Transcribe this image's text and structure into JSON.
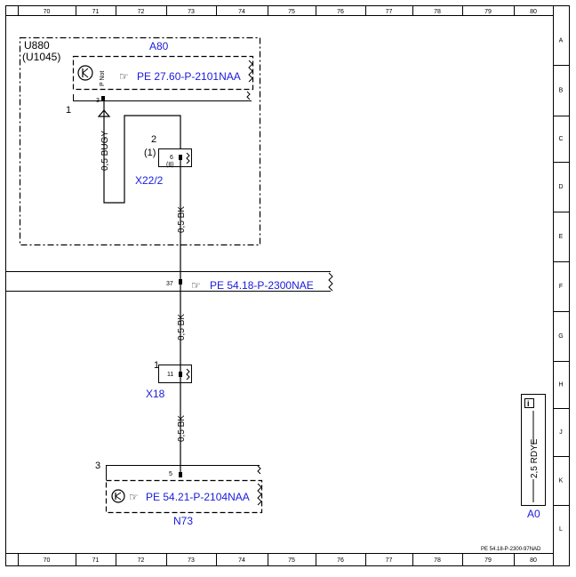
{
  "grid": {
    "columns": [
      "70",
      "71",
      "72",
      "73",
      "74",
      "75",
      "76",
      "77",
      "78",
      "79",
      "80"
    ],
    "rows": [
      "A",
      "B",
      "C",
      "D",
      "E",
      "F",
      "G",
      "H",
      "J",
      "K",
      "L"
    ]
  },
  "module_u880": {
    "id": "U880",
    "alt_id": "(U1045)"
  },
  "component_a80": {
    "name": "A80",
    "ref": "PE 27.60-P-2101NAA",
    "pin_label": "P Not",
    "pin": "3"
  },
  "wire_left": {
    "num": "1",
    "label": "0,5 BUGY"
  },
  "connector_x22_2": {
    "name": "X22/2",
    "pin_num": "2",
    "alt_num": "(1)",
    "pin": "6",
    "alt_pin": "(8)"
  },
  "wire_x22_down": {
    "label": "0,5 BK"
  },
  "bus_f": {
    "pin": "37",
    "ref": "PE 54.18-P-2300NAE"
  },
  "wire_bus_down": {
    "label": "0,5 BK"
  },
  "connector_x18": {
    "name": "X18",
    "num": "1",
    "pin": "11"
  },
  "wire_x18_down": {
    "label": "0,5 BK"
  },
  "component_n73": {
    "name": "N73",
    "num": "3",
    "pin": "5",
    "ref": "PE 54.21-P-2104NAA"
  },
  "legend_a0": {
    "name": "A0",
    "wire": "2,5 RDYE",
    "info_symbol": "i"
  },
  "footer": {
    "code": "PE 54.18-P-2300-97NAD"
  }
}
